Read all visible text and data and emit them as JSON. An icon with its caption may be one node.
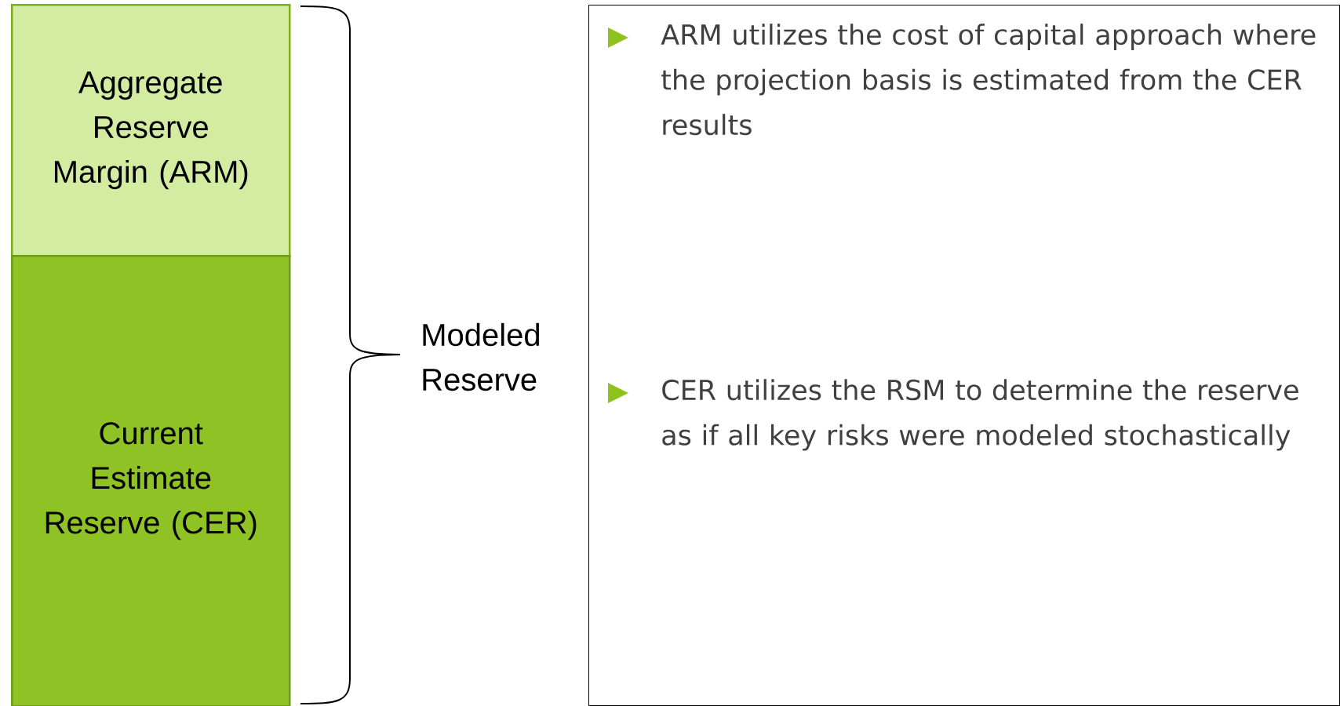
{
  "diagram": {
    "nodes": [
      {
        "text": [
          "Aggregate Reserve Margin (ARM)"
        ]
      },
      {
        "text": [
          "Current Estimate Reserve (CER)"
        ]
      },
      {
        "text": [
          "ARM utilizes the cost of capital approach where the projection basis is estimated from the CER results",
          "CER utilizes the RSM to determine the reserve as if all key risks were modeled stochastically"
        ]
      }
    ],
    "labels": [
      "Modeled Reserve"
    ]
  }
}
